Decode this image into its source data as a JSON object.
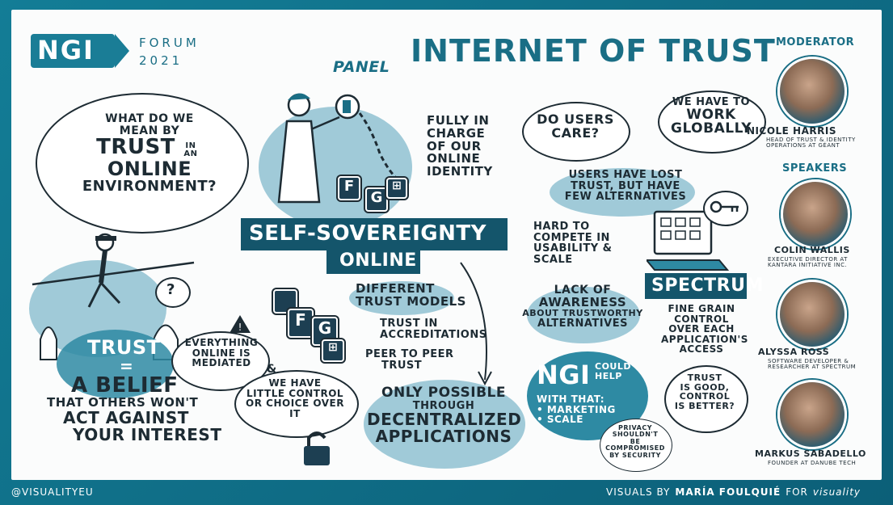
{
  "logo": {
    "brand": "NGI",
    "event_line1": "FORUM",
    "event_line2": "2021"
  },
  "title": {
    "panel": "PANEL",
    "main": "INTERNET OF TRUST"
  },
  "moderator": {
    "heading": "MODERATOR",
    "name": "NICOLE HARRIS",
    "role": "HEAD OF TRUST & IDENTITY OPERATIONS AT GÉANT"
  },
  "speakers": {
    "heading": "SPEAKERS",
    "list": [
      {
        "name": "COLIN WALLIS",
        "role": "EXECUTIVE DIRECTOR AT KANTARA INITIATIVE INC."
      },
      {
        "name": "ALYSSA ROSS",
        "role": "SOFTWARE DEVELOPER & RESEARCHER AT SPECTRUM"
      },
      {
        "name": "MARKUS SABADELLO",
        "role": "FOUNDER AT DANUBE TECH"
      }
    ]
  },
  "notes": {
    "what_trust": [
      "WHAT DO WE",
      "MEAN BY",
      "TRUST",
      "IN AN",
      "ONLINE",
      "ENVIRONMENT?"
    ],
    "question_mark": "?",
    "fully_in_charge": [
      "FULLY IN",
      "CHARGE",
      "OF OUR",
      "ONLINE",
      "IDENTITY"
    ],
    "self_sovereignty": [
      "SELF-SOVEREIGNTY",
      "ONLINE"
    ],
    "trust_belief": [
      "TRUST",
      "=",
      "A BELIEF",
      "THAT OTHERS WON'T",
      "ACT AGAINST",
      "YOUR INTEREST"
    ],
    "everything_mediated": [
      "EVERYTHING",
      "ONLINE IS",
      "MEDIATED"
    ],
    "amp": "&",
    "little_control": [
      "WE HAVE",
      "LITTLE CONTROL",
      "OR CHOICE OVER",
      "IT"
    ],
    "trust_models": [
      "DIFFERENT",
      "TRUST MODELS"
    ],
    "trust_accreditations": [
      "TRUST IN",
      "ACCREDITATIONS"
    ],
    "peer_to_peer": [
      "PEER TO PEER",
      "TRUST"
    ],
    "only_possible": [
      "ONLY POSSIBLE",
      "THROUGH",
      "DECENTRALIZED",
      "APPLICATIONS"
    ],
    "do_users_care": [
      "DO USERS",
      "CARE?"
    ],
    "work_globally": [
      "WE HAVE TO",
      "WORK",
      "GLOBALLY"
    ],
    "users_lost_trust": [
      "USERS HAVE LOST",
      "TRUST, BUT HAVE",
      "FEW ALTERNATIVES"
    ],
    "hard_to_compete": [
      "HARD TO",
      "COMPETE IN",
      "USABILITY &",
      "SCALE"
    ],
    "lack_awareness": [
      "LACK OF",
      "AWARENESS",
      "ABOUT TRUSTWORTHY",
      "ALTERNATIVES"
    ],
    "spectrum": "SPECTRUM",
    "fine_grain": [
      "FINE GRAIN",
      "CONTROL",
      "OVER EACH",
      "APPLICATION'S",
      "ACCESS"
    ],
    "ngi_help_logo": "NGI",
    "ngi_help": [
      "COULD",
      "HELP"
    ],
    "with_that": [
      "WITH THAT:",
      "• MARKETING",
      "• SCALE"
    ],
    "trust_good": [
      "TRUST",
      "IS GOOD,",
      "CONTROL",
      "IS BETTER?"
    ],
    "privacy": [
      "PRIVACY",
      "SHOULDN'T",
      "BE COMPROMISED",
      "BY SECURITY"
    ],
    "tile_f": "F",
    "tile_g": "G"
  },
  "footer": {
    "handle": "@VISUALITYEU",
    "credit_prefix": "VISUALS BY",
    "credit_name": "MARÍA FOULQUIÉ",
    "credit_for": "FOR",
    "credit_brand": "visuality"
  }
}
